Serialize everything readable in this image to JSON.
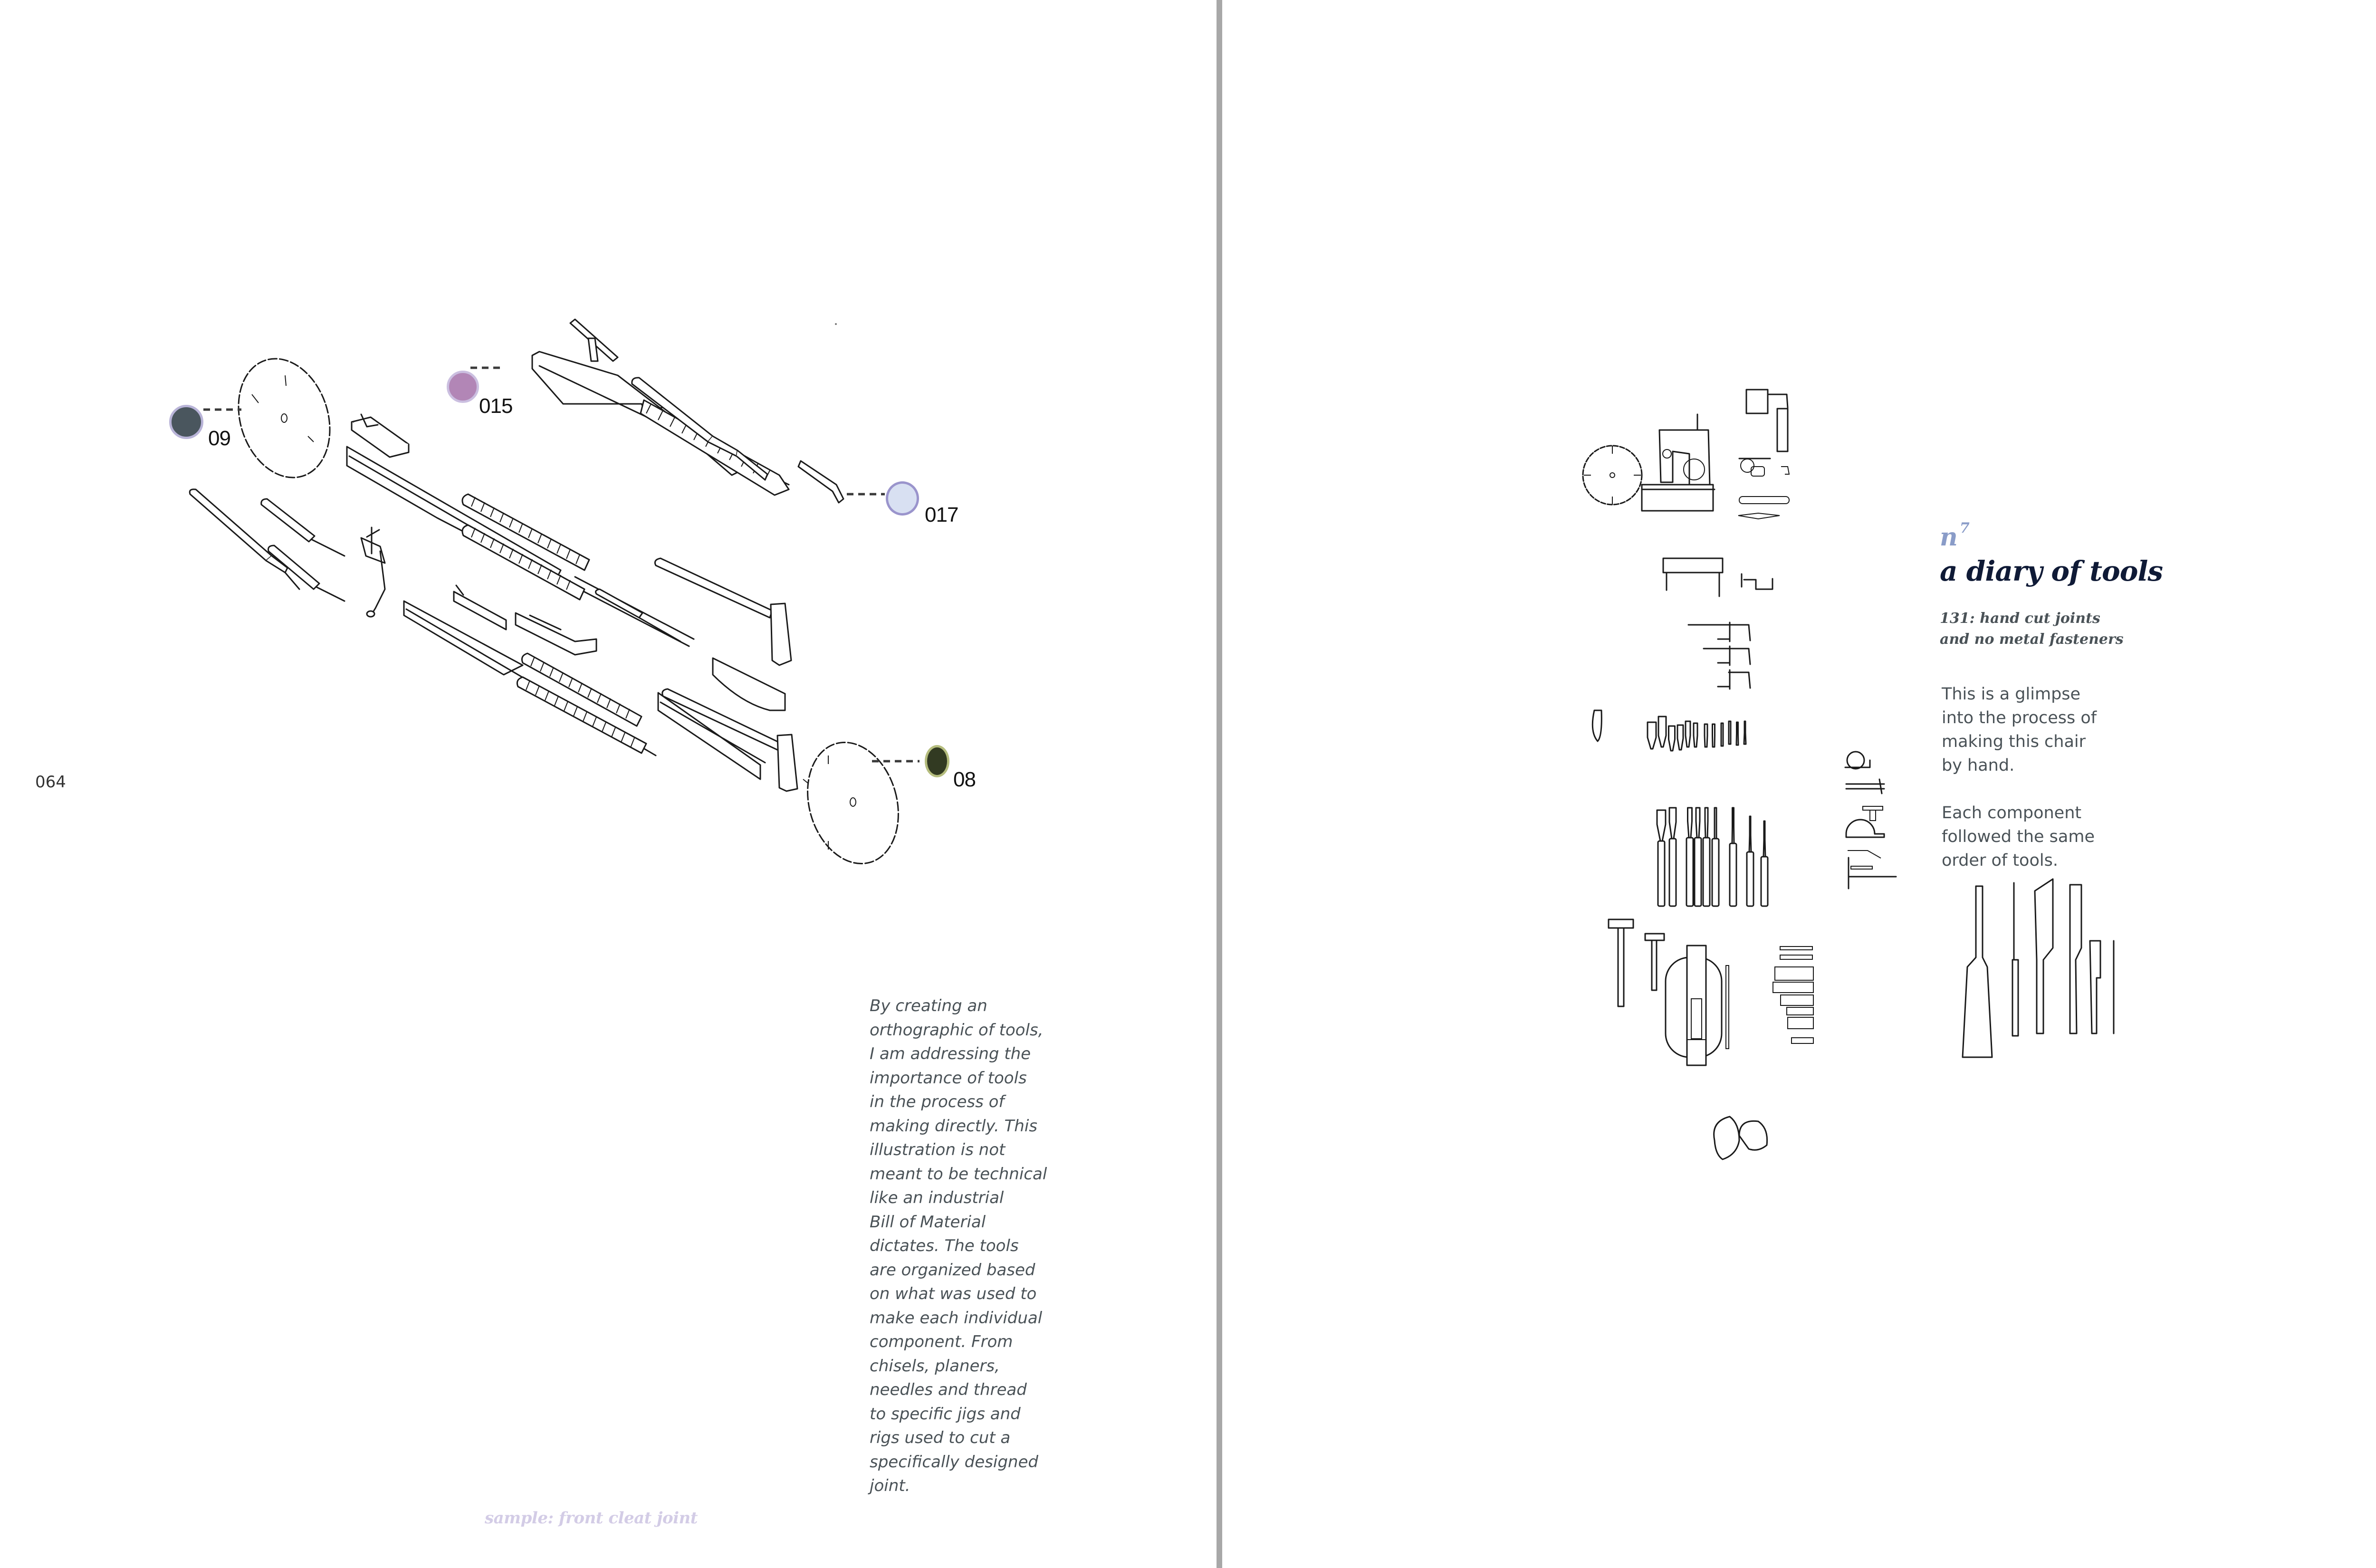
{
  "spread": {
    "left_page": {
      "page_number": "064",
      "callouts": [
        {
          "label": "09",
          "color": "#4a565e",
          "ring": "#b9b4d8"
        },
        {
          "label": "015",
          "color": "#b286b6",
          "ring": "#cbbfe0"
        },
        {
          "label": "017",
          "color": "#d8e0f2",
          "ring": "#9a94cc"
        },
        {
          "label": "08",
          "color": "#323a22",
          "ring": "#b5bd7e"
        }
      ],
      "description": "By creating an\northographic of tools,\nI am addressing the\nimportance of tools\nin the process of\nmaking directly. This\nillustration is not\nmeant to be technical\nlike an industrial\nBill of Material\ndictates. The tools\nare organized based\non what was used to\nmake each individual\ncomponent. From\nchisels, planers,\nneedles and thread\nto specific jigs and\nrigs used to cut a\nspecifically designed\njoint.",
      "caption": "sample: front cleat joint"
    },
    "right_page": {
      "series_letter": "n",
      "series_number": "7",
      "title": "a diary of tools",
      "subtitle": "131: hand cut joints\nand no metal fasteners",
      "paragraphs": [
        "This is a glimpse\ninto the process of\nmaking this chair\nby hand.",
        "Each component\nfollowed the same\norder of tools."
      ]
    }
  },
  "colors": {
    "gutter": "#a8a8a8",
    "title": "#0f1a36",
    "series_mark": "#8a9cc8",
    "body_text": "#4a5257",
    "caption": "#d3cce6"
  }
}
